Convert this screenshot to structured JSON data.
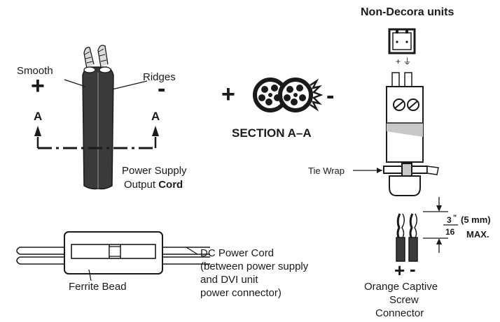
{
  "cord_section": {
    "smooth_label": "Smooth",
    "ridges_label": "Ridges",
    "plus_symbol": "+",
    "minus_symbol": "-",
    "section_marker": "A",
    "caption_line1": "Power Supply",
    "caption_line2_prefix": "Output ",
    "caption_line2_bold": "Cord"
  },
  "cross_section": {
    "plus_symbol": "+",
    "minus_symbol": "-",
    "title": "SECTION  A–A"
  },
  "connector": {
    "title": "Non-Decora units",
    "pin_labels": "+ ⏚",
    "tie_wrap_label": "Tie Wrap",
    "strip_numerator": "3",
    "strip_inch_mark": "\"",
    "strip_denominator": "16",
    "strip_metric": "(5 mm)",
    "strip_max": "MAX.",
    "polarity_plus": "+",
    "polarity_minus": "-",
    "caption_line1": "Orange Captive",
    "caption_line2": "Screw",
    "caption_line3": "Connector"
  },
  "ferrite": {
    "label": "Ferrite Bead",
    "dc_line1": "DC Power Cord",
    "dc_line2": "(between power supply",
    "dc_line3": "and DVI unit",
    "dc_line4": "power connector)"
  },
  "colors": {
    "ink": "#1a1a1a",
    "cord_fill": "#3a3a3a",
    "shade": "#c8c8c8"
  },
  "icons": [
    "arrow-up-icon",
    "ground-icon",
    "ferrite-bead-icon",
    "wire-conductor-icon"
  ]
}
